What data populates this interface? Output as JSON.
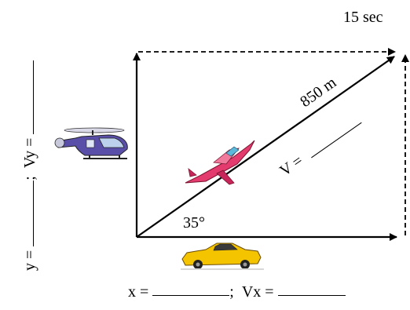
{
  "time_label": "15 sec",
  "distance_label": "850 m",
  "angle_label": "35°",
  "velocity_label": "V = ",
  "horizontal_equation": {
    "x_label": "x = ",
    "separator": ";",
    "vx_label": "Vx = "
  },
  "vertical_equation": {
    "y_label": "y = ",
    "separator": ";",
    "vy_label": "Vy = "
  },
  "pictures": [
    "helicopter",
    "jet-airplane",
    "sports-car"
  ],
  "colors": {
    "ink": "#000000",
    "jet_body": "#e33b6d",
    "car_body": "#f5c400",
    "helicopter_body": "#5a4fa8"
  }
}
